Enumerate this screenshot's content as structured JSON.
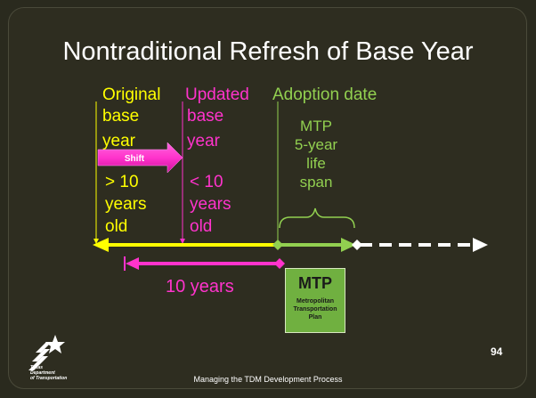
{
  "title": "Nontraditional Refresh of Base Year",
  "labels": {
    "original": [
      "Original",
      "base",
      "year"
    ],
    "original_age": [
      "> 10",
      "years",
      "old"
    ],
    "updated": [
      "Updated",
      "base",
      "year"
    ],
    "updated_age": [
      "< 10",
      "years",
      "old"
    ],
    "adoption": "Adoption date",
    "mtp_life": [
      "MTP",
      "5-year",
      "life",
      "span"
    ],
    "shift": "Shift",
    "ten_years": "10 years"
  },
  "mtp_box": {
    "title": "MTP",
    "subtitle": [
      "Metropolitan",
      "Transportation",
      "Plan"
    ]
  },
  "footer": "Managing the TDM Development Process",
  "page_number": "94",
  "logo": {
    "lines": [
      "Texas",
      "Department",
      "of Transportation"
    ]
  },
  "colors": {
    "background": "#2e2d20",
    "yellow": "#ffff00",
    "magenta": "#ff33cc",
    "green": "#92d050",
    "white": "#ffffff"
  }
}
